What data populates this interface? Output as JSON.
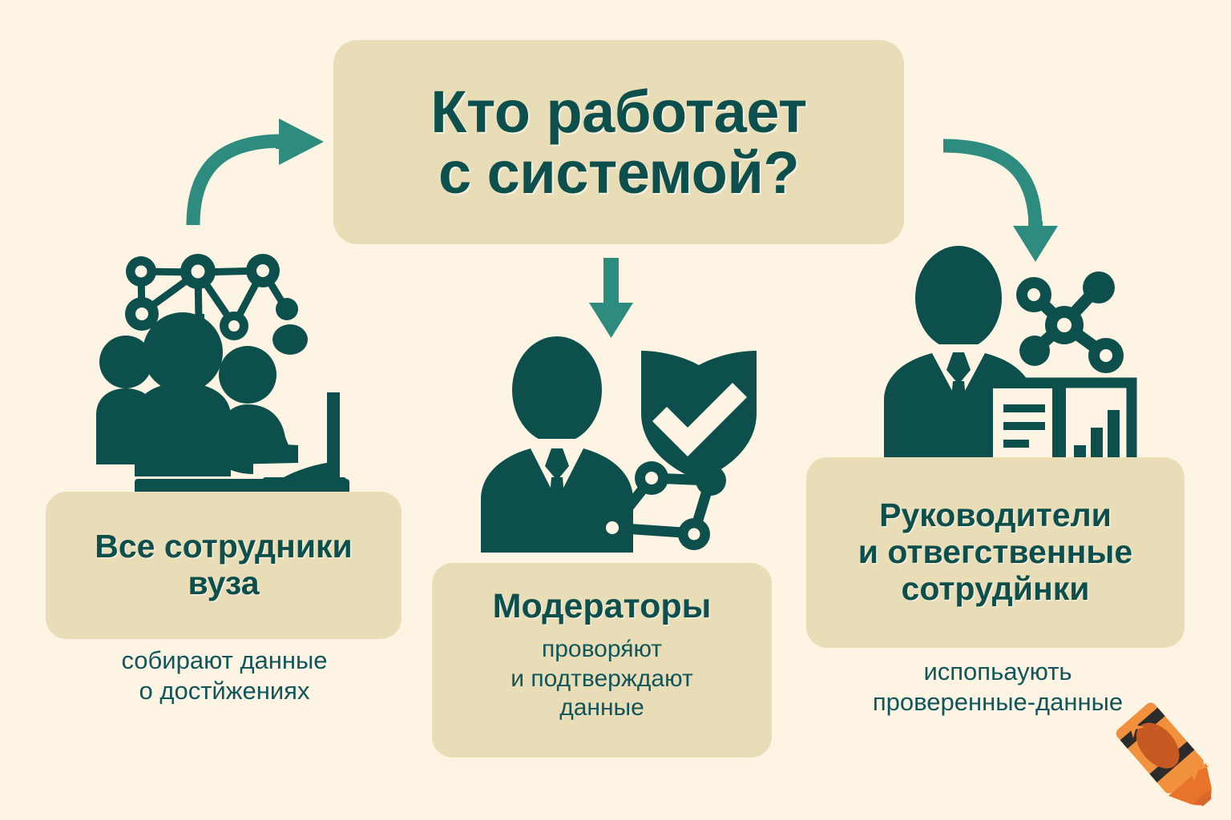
{
  "palette": {
    "background": "#fdf4e3",
    "card": "#e9ddb7",
    "ink_dark_teal": "#0d4f4c",
    "ink_teal": "#11565a",
    "arrow_teal": "#2e8b80",
    "crayon_orange": "#f2913d",
    "crayon_orange_dark": "#d9662a"
  },
  "title": {
    "line1": "Кто работает",
    "line2": "с системой?"
  },
  "columns": [
    {
      "id": "all-staff",
      "heading_line1": "Все сотрудники",
      "heading_line2": "вуза",
      "caption_line1": "собирают данные",
      "caption_line2": "о достйжениях",
      "icon": "people-at-laptop-with-network-icon"
    },
    {
      "id": "moderators",
      "heading_line1": "Модераторы",
      "heading_line2": "",
      "caption_line1": "проворя́ют",
      "caption_line2": "и подтверждают",
      "caption_line3": "данные",
      "icon": "person-with-shield-check-and-network-icon"
    },
    {
      "id": "managers",
      "heading_line1": "Руководители",
      "heading_line2": "и отвегственные",
      "heading_line3": "сотрудйнки",
      "caption_line1": "испопьаують",
      "caption_line2": "проверенные-данные",
      "icon": "person-with-open-book-and-network-icon"
    }
  ],
  "arrows": [
    {
      "id": "arrow-to-title-left",
      "direction": "curve-up-right"
    },
    {
      "id": "arrow-to-moderators",
      "direction": "down"
    },
    {
      "id": "arrow-to-managers",
      "direction": "curve-down-right"
    }
  ],
  "watermark": {
    "icon": "crayon-icon",
    "sparkles": 2
  }
}
